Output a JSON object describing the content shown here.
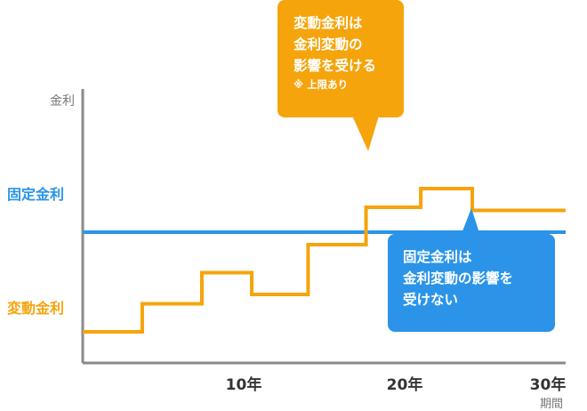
{
  "chart_data": {
    "type": "line",
    "ylabel": "金利",
    "xlabel": "期間",
    "x_ticks": [
      "10年",
      "20年",
      "30年"
    ],
    "series": [
      {
        "name": "固定金利",
        "color": "#2b94e8",
        "points": [
          [
            0,
            4.2
          ],
          [
            30,
            4.2
          ]
        ]
      },
      {
        "name": "変動金利",
        "color": "#f5a40c",
        "points": [
          [
            0,
            1.0
          ],
          [
            3.7,
            1.0
          ],
          [
            3.7,
            1.9
          ],
          [
            7.4,
            1.9
          ],
          [
            7.4,
            2.9
          ],
          [
            10.5,
            2.9
          ],
          [
            10.5,
            2.2
          ],
          [
            14,
            2.2
          ],
          [
            14,
            3.8
          ],
          [
            17.6,
            3.8
          ],
          [
            17.6,
            3.8
          ],
          [
            17.6,
            5.0
          ],
          [
            21,
            5.0
          ],
          [
            21,
            5.6
          ],
          [
            24.2,
            5.6
          ],
          [
            24.2,
            4.9
          ],
          [
            30,
            4.9
          ]
        ]
      }
    ],
    "xlim": [
      0,
      30
    ],
    "ylim": [
      0,
      8.8
    ],
    "grid": false,
    "axis_color": "#8a8a8a"
  },
  "callouts": {
    "variable": {
      "lines": [
        "変動金利は",
        "金利変動の",
        "影響を受ける"
      ],
      "note": "※ 上限あり",
      "color": "#f5a40c"
    },
    "fixed": {
      "lines": [
        "固定金利は",
        "金利変動の影響を",
        "受けない"
      ],
      "color": "#2b94e8"
    }
  }
}
